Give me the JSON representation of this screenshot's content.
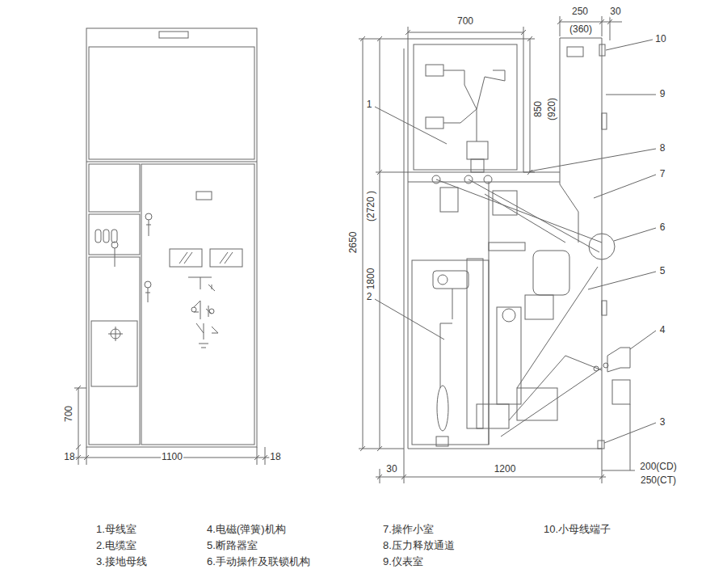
{
  "diagram": {
    "labels": [
      "700",
      "250",
      "30",
      "(360)",
      "10",
      "9",
      "850",
      "(920)",
      "1",
      "8",
      "7",
      "(2720 )",
      "2650",
      "6",
      "1800",
      "5",
      "2",
      "4",
      "700",
      "3",
      "18",
      "1100",
      "18",
      "200(CD)",
      "30",
      "1200",
      "250(CT)",
      "1.母线室",
      "4.电磁(弹簧)机构",
      "7.操作小室",
      "10.小母线端子",
      "2.电缆室",
      "5.断路器室",
      "8.压力释放通道",
      "3.接地母线",
      "6.手动操作及联锁机构",
      "9.仪表室"
    ]
  }
}
